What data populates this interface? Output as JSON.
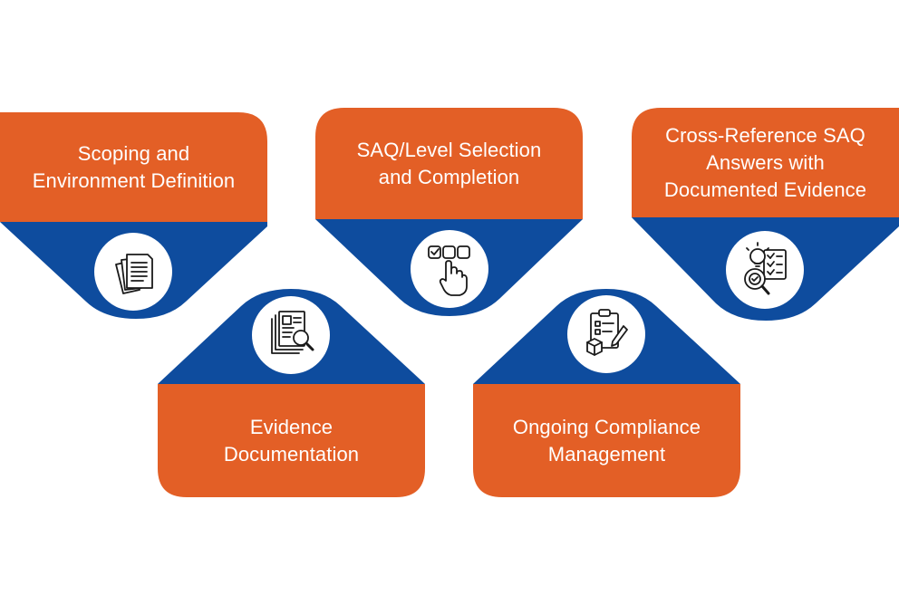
{
  "colors": {
    "orange": "#e35f26",
    "blue": "#0e4c9e",
    "circle": "#ffffff",
    "icon_stroke": "#1a1a1a",
    "text": "#ffffff"
  },
  "steps": [
    {
      "label": "Scoping and\nEnvironment Definition",
      "icon": "documents-icon",
      "orientation": "label-top"
    },
    {
      "label": "SAQ/Level Selection\nand Completion",
      "icon": "hand-checkbox-icon",
      "orientation": "label-top"
    },
    {
      "label": "Cross-Reference SAQ\nAnswers with\nDocumented Evidence",
      "icon": "analysis-checklist-icon",
      "orientation": "label-top"
    },
    {
      "label": "Evidence\nDocumentation",
      "icon": "document-search-icon",
      "orientation": "label-bottom"
    },
    {
      "label": "Ongoing Compliance\nManagement",
      "icon": "clipboard-box-icon",
      "orientation": "label-bottom"
    }
  ]
}
